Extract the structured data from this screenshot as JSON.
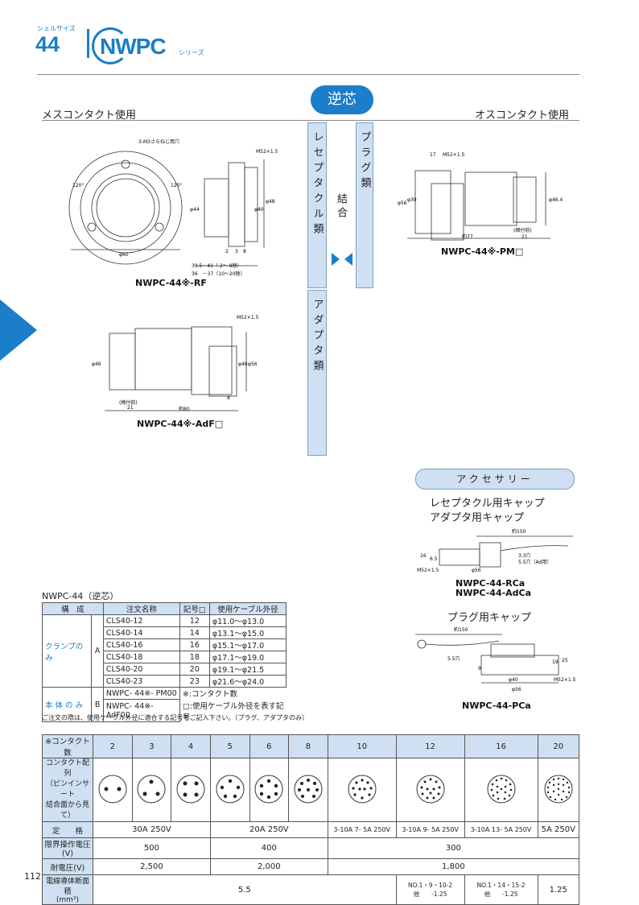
{
  "header": {
    "shell_size_label": "シェルサイズ",
    "shell_size": "44",
    "series_name": "NWPC",
    "series_suffix": "シリーズ"
  },
  "reverse_badge": "逆芯",
  "left_section_title": "メスコンタクト使用",
  "right_section_title": "オスコンタクト使用",
  "columns": {
    "receptacle": "レセプタクル類",
    "mating": "結合",
    "plug": "プラグ類",
    "adapter": "アダプタ類"
  },
  "drawings": {
    "rf": {
      "caption": "NWPC-44※-RF",
      "labels": [
        "3-M3さらねじ用穴",
        "M52×1.5",
        "φ60",
        "φ44",
        "φ40",
        "φ48",
        "2",
        "3",
        "8",
        "39.5－41（ 2～ 8極）",
        "36　－37（10～20極）",
        "120°",
        "120°"
      ]
    },
    "pm": {
      "caption": "NWPC-44※-PM□",
      "labels": [
        "17",
        "M52×1.5",
        "φ56",
        "φ39",
        "φ46.4",
        "(締付前)",
        "約77",
        "21"
      ]
    },
    "adf": {
      "caption": "NWPC-44※-AdF□",
      "labels": [
        "M52×1.5",
        "φ46",
        "φ40",
        "φ56",
        "(締付前)",
        "21",
        "約80",
        "8"
      ]
    },
    "rca": {
      "caption1": "NWPC-44-RCa",
      "caption2": "NWPC-44-AdCa",
      "labels": [
        "約150",
        "16",
        "6.5",
        "3.3穴",
        "5.5穴（Ad用）",
        "M52×1.5",
        "φ56"
      ]
    },
    "pca": {
      "caption": "NWPC-44-PCa",
      "labels": [
        "約150",
        "5.5穴",
        "9",
        "19",
        "25",
        "φ40",
        "φ56",
        "M52×1.5"
      ]
    }
  },
  "accessory": {
    "title": "アクセサリー",
    "line1": "レセプタクル用キャップ",
    "line2": "アダプタ用キャップ",
    "plug_cap": "プラグ用キャップ"
  },
  "order_table": {
    "title": "NWPC-44（逆芯）",
    "headers": [
      "構　成",
      "注文名称",
      "記号□",
      "使用ケーブル外径"
    ],
    "clamp_label": "クランプのみ",
    "clamp_code": "A",
    "clamp_rows": [
      [
        "CLS40-12",
        "12",
        "φ11.0～φ13.0"
      ],
      [
        "CLS40-14",
        "14",
        "φ13.1～φ15.0"
      ],
      [
        "CLS40-16",
        "16",
        "φ15.1～φ17.0"
      ],
      [
        "CLS40-18",
        "18",
        "φ17.1～φ19.0"
      ],
      [
        "CLS40-20",
        "20",
        "φ19.1～φ21.5"
      ],
      [
        "CLS40-23",
        "23",
        "φ21.6～φ24.0"
      ]
    ],
    "body_label": "本 体 の み",
    "body_code": "B",
    "body_rows": [
      "NWPC- 44※- PM00",
      "NWPC- 44※-AdF00"
    ],
    "note_contacts": "※:コンタクト数",
    "note_symbol": "□:使用ケーブル外径を表す記号",
    "footnote": "ご注文の際は、使用ケーブル外径に適合する記号をご記入下さい。（プラグ、アダプタのみ）"
  },
  "spec_table": {
    "header_label": "※コンタクト数",
    "contacts": [
      "2",
      "3",
      "4",
      "5",
      "6",
      "8",
      "10",
      "12",
      "16",
      "20"
    ],
    "layout_label": [
      "コンタクト配列",
      "（ピンインサート",
      "結合面から見て）"
    ],
    "rating_label": "定　　格",
    "rating_30": "30A 250V",
    "rating_20": "20A 250V",
    "rating_10": [
      "3-10A",
      "7- 5A",
      "250V"
    ],
    "rating_12": [
      "3-10A",
      "9- 5A",
      "250V"
    ],
    "rating_16": [
      "3-10A",
      "13- 5A",
      "250V"
    ],
    "rating_20c": "5A 250V",
    "voltage_label": "限界操作電圧(V)",
    "voltage": [
      "500",
      "400",
      "300"
    ],
    "withstand_label": "耐電圧(V)",
    "withstand": [
      "2,500",
      "2,000",
      "1,800"
    ],
    "area_label": [
      "電線導体断面積",
      "(mm²)"
    ],
    "area_main": "5.5",
    "area_12": [
      "NO.1・9・10-2",
      "他　　-1.25"
    ],
    "area_16": [
      "NO.1・14・15-2",
      "他　　-1.25"
    ],
    "area_20": "1.25"
  },
  "page_number": "112",
  "colors": {
    "accent": "#1a7ec8",
    "light": "#cfe0f2"
  }
}
